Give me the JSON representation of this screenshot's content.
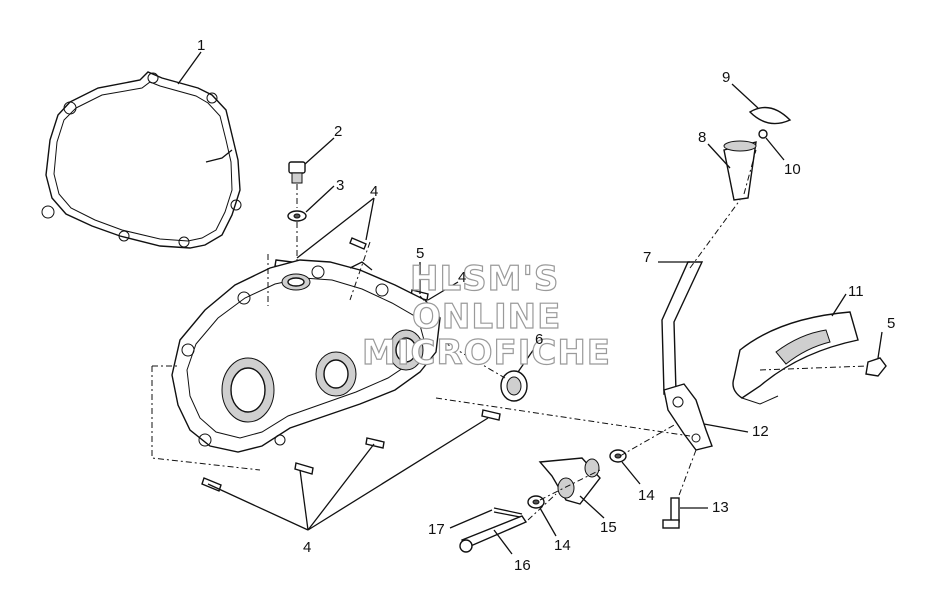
{
  "diagram": {
    "callouts": {
      "c1": "1",
      "c2": "2",
      "c3": "3",
      "c4a": "4",
      "c4b": "4",
      "c4c": "4",
      "c5a": "5",
      "c5b": "5",
      "c6": "6",
      "c7": "7",
      "c8": "8",
      "c9": "9",
      "c10": "10",
      "c11": "11",
      "c12": "12",
      "c13": "13",
      "c14a": "14",
      "c14b": "14",
      "c15": "15",
      "c16": "16",
      "c17": "17"
    },
    "watermark": {
      "line1": "HLSM'S",
      "line2": "ONLINE",
      "line3": "MICROFICHE"
    }
  }
}
